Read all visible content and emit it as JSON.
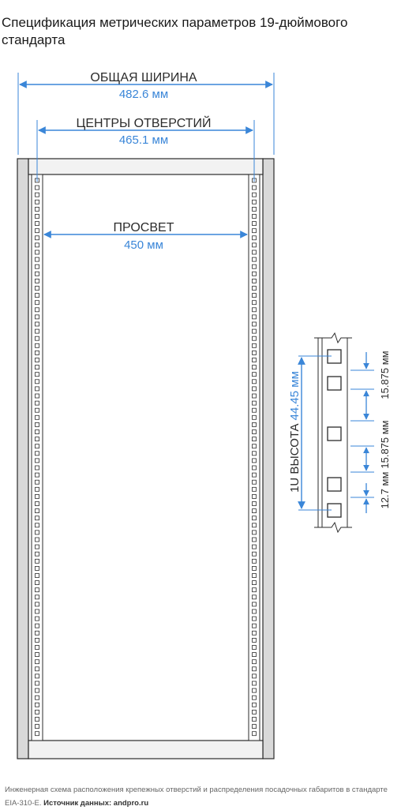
{
  "title": "Спецификация метрических параметров 19-дюймового стандарта",
  "dimensions": {
    "overall_width": {
      "label": "ОБЩАЯ ШИРИНА",
      "value": "482.6 мм"
    },
    "hole_centers": {
      "label": "ЦЕНТРЫ ОТВЕРСТИЙ",
      "value": "465.1 мм"
    },
    "clearance": {
      "label": "ПРОСВЕТ",
      "value": "450 мм"
    }
  },
  "unit_detail": {
    "height_label": "1U ВЫСОТА",
    "height_value": "44.45 мм",
    "spacing_top": "15.875 мм",
    "spacing_middle": "15.875 мм",
    "spacing_bottom": "12.7 мм"
  },
  "caption": {
    "text": "Инженерная схема расположения крепежных отверстий и распределения посадочных габаритов в стандарте EIA-310-E.",
    "source_label": "Источник данных:",
    "source_value": "andpro.ru"
  },
  "colors": {
    "accent": "#3a86d8",
    "line": "#2b2b2b",
    "frame_fill": "#d9d9d9"
  }
}
